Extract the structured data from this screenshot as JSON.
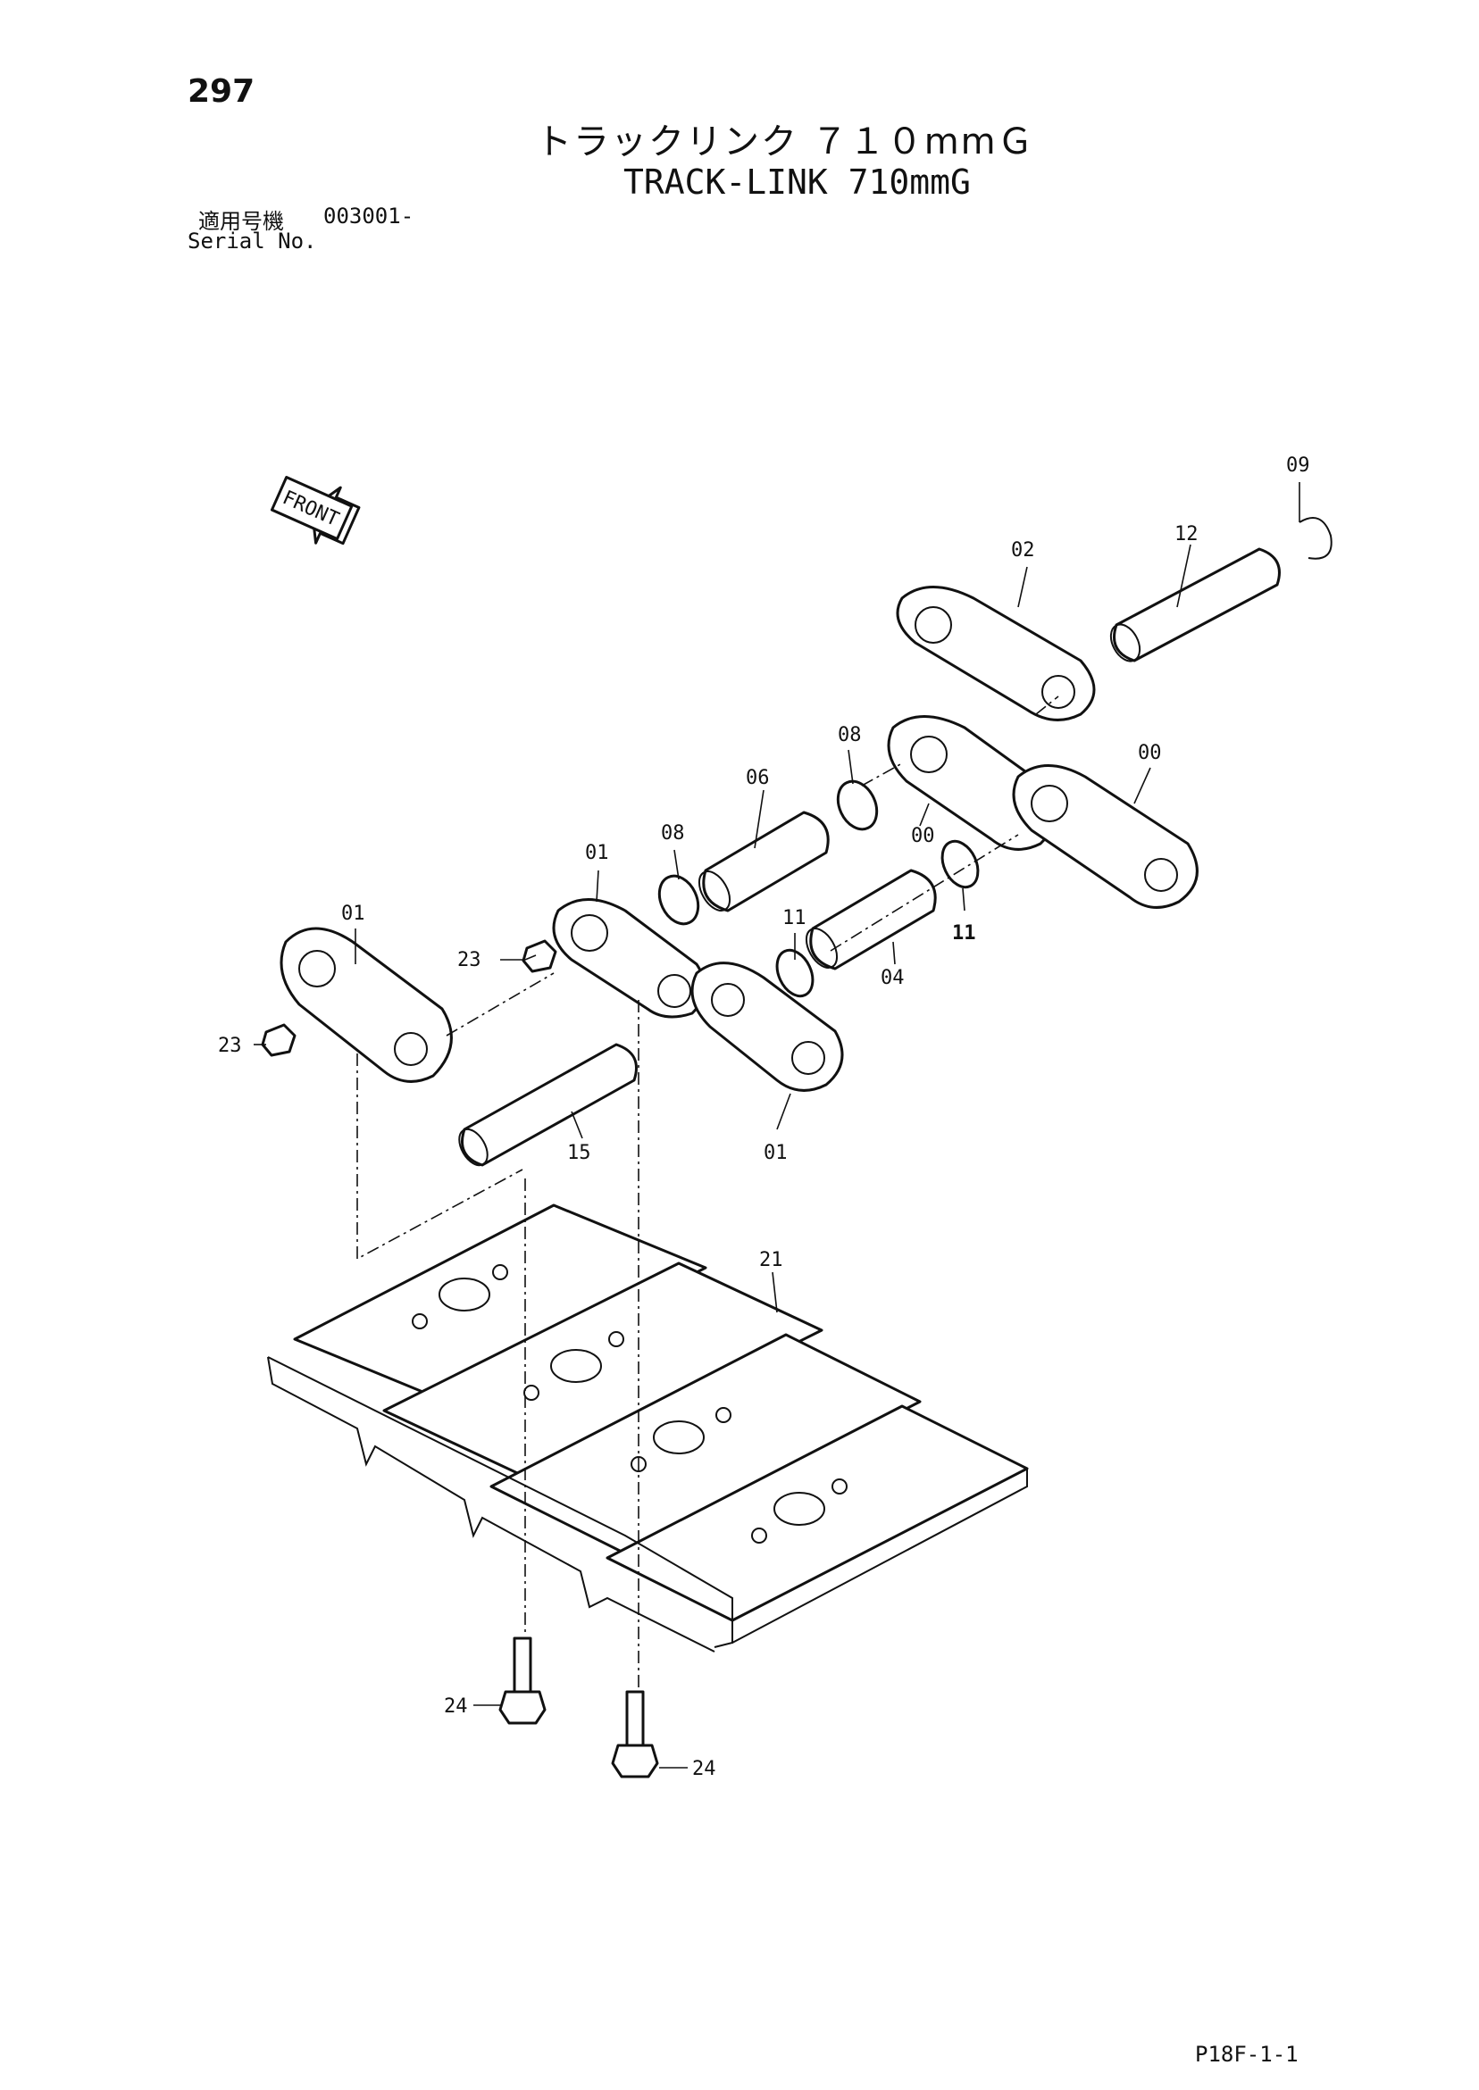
{
  "header": {
    "page_number": "297",
    "title_jp": "トラックリンク ７１０mmＧ",
    "title_en": "TRACK-LINK 710mmG",
    "serial_label_jp": "適用号機",
    "serial_value": "003001-",
    "serial_label_en": "Serial No."
  },
  "diagram": {
    "front_label": "FRONT",
    "callouts": {
      "c00a": "00",
      "c00b": "00",
      "c01a": "01",
      "c01b": "01",
      "c01c": "01",
      "c02": "02",
      "c04": "04",
      "c06": "06",
      "c08a": "08",
      "c08b": "08",
      "c09": "09",
      "c11a": "11",
      "c11b": "11",
      "c12": "12",
      "c15": "15",
      "c21": "21",
      "c23a": "23",
      "c23b": "23",
      "c24a": "24",
      "c24b": "24"
    }
  },
  "footer": {
    "code": "P18F-1-1"
  }
}
